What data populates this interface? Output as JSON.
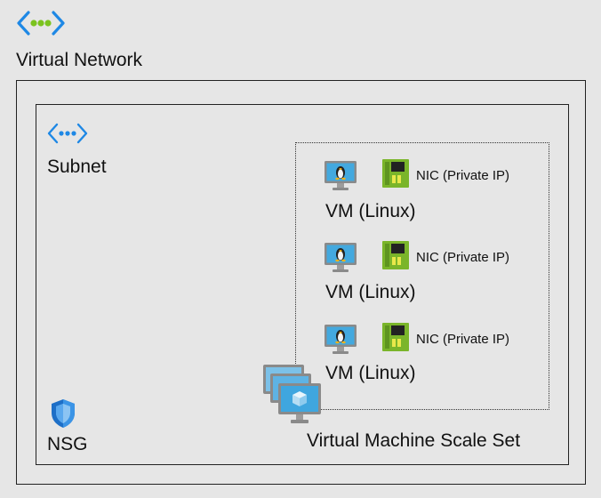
{
  "vnet": {
    "label": "Virtual Network"
  },
  "subnet": {
    "label": "Subnet"
  },
  "nsg": {
    "label": "NSG"
  },
  "vmss": {
    "label": "Virtual Machine Scale Set"
  },
  "instances": [
    {
      "vm_label": "VM (Linux)",
      "nic_label": "NIC (Private IP)"
    },
    {
      "vm_label": "VM (Linux)",
      "nic_label": "NIC (Private IP)"
    },
    {
      "vm_label": "VM (Linux)",
      "nic_label": "NIC (Private IP)"
    }
  ],
  "colors": {
    "azure_blue": "#1e88e5",
    "vnet_dot_green": "#7bc31f",
    "nic_green": "#7ab52a",
    "monitor_blue": "#43a9df",
    "frame_grey": "#8a8a8a"
  }
}
